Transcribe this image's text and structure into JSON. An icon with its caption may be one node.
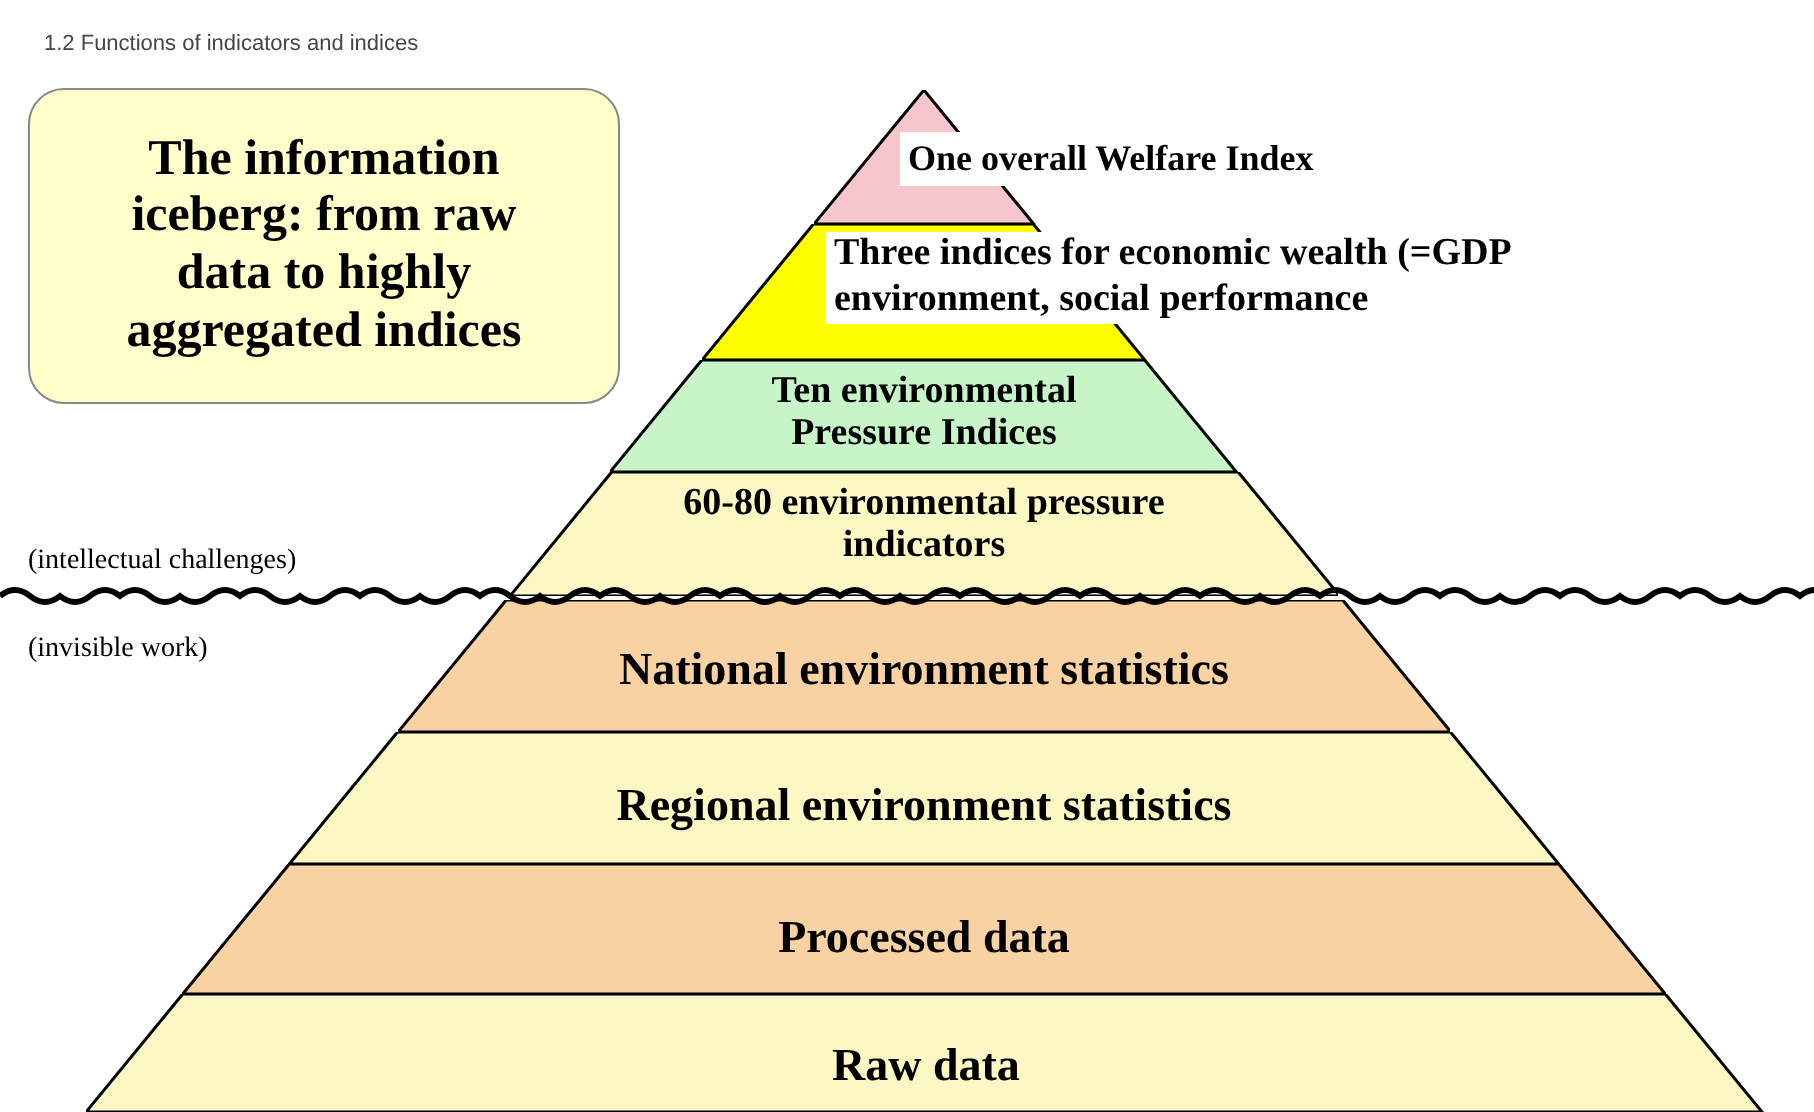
{
  "diagram": {
    "title": "1.2 Functions of indicators and indices",
    "nodes": [
      {
        "text": [
          "The information iceberg: from raw data to highly aggregated indices"
        ]
      },
      {
        "text": [
          "One overall Welfare Index"
        ]
      },
      {
        "text": [
          "Three indices for economic wealth (=GDP environment, social performance"
        ]
      },
      {
        "text": [
          "Ten environmental Pressure Indices"
        ]
      },
      {
        "text": [
          "60-80 environmental pressure indicators"
        ]
      },
      {
        "text": [
          "National environment statistics"
        ]
      },
      {
        "text": [
          "Regional environment statistics"
        ]
      },
      {
        "text": [
          "Processed data"
        ]
      },
      {
        "text": [
          "Raw data"
        ]
      }
    ],
    "labels": [
      "(intellectual challenges)",
      "(invisible work)"
    ]
  }
}
